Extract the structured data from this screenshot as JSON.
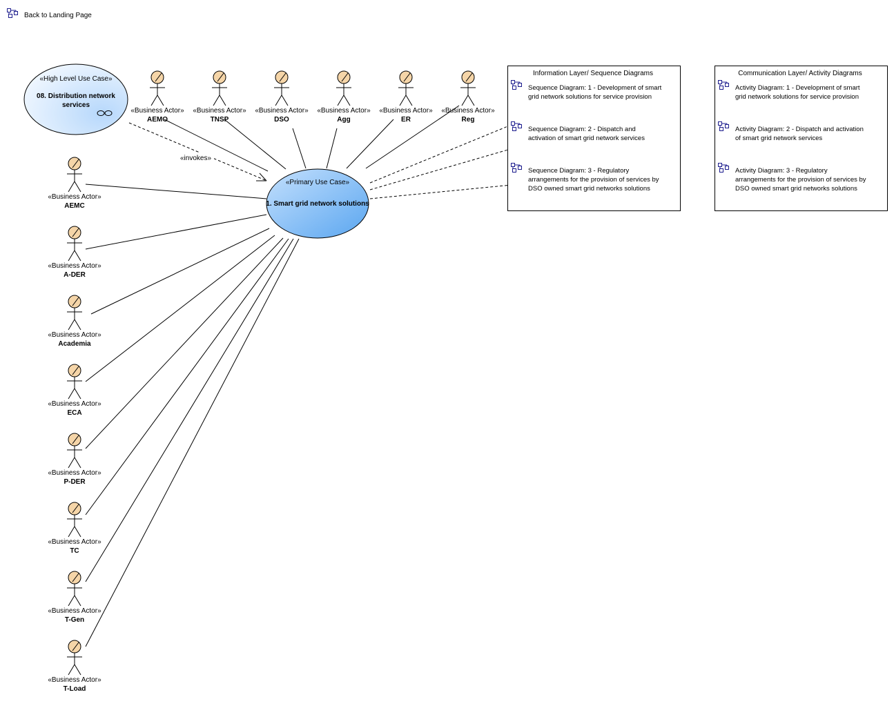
{
  "nav": {
    "back_label": "Back to Landing Page"
  },
  "high_level_use_case": {
    "stereotype": "«High Level Use Case»",
    "name_line1": "08. Distribution network",
    "name_line2": "services"
  },
  "primary_use_case": {
    "stereotype": "«Primary Use Case»",
    "name": "1. Smart grid network solutions"
  },
  "invokes_label": "«invokes»",
  "actor_stereotype": "«Business Actor»",
  "top_actors": [
    "AEMO",
    "TNSP",
    "DSO",
    "Agg",
    "ER",
    "Reg"
  ],
  "left_actors": [
    "AEMC",
    "A-DER",
    "Academia",
    "ECA",
    "P-DER",
    "TC",
    "T-Gen",
    "T-Load"
  ],
  "info_layer": {
    "title": "Information Layer/ Sequence Diagrams",
    "items": [
      {
        "lines": [
          "Sequence Diagram: 1 - Development of smart",
          "grid network solutions for service provision"
        ]
      },
      {
        "lines": [
          "Sequence Diagram: 2 - Dispatch and",
          "activation of smart grid network services"
        ]
      },
      {
        "lines": [
          "Sequence Diagram: 3 -  Regulatory",
          "arrangements for the provision of services by",
          "DSO owned smart grid networks solutions"
        ]
      }
    ]
  },
  "comm_layer": {
    "title": "Communication Layer/ Activity Diagrams",
    "items": [
      {
        "lines": [
          "Activity Diagram: 1 - Development of smart",
          "grid network solutions for service provision"
        ]
      },
      {
        "lines": [
          "Activity Diagram: 2 - Dispatch and activation",
          "of smart grid network services"
        ]
      },
      {
        "lines": [
          "Activity Diagram: 3 -  Regulatory",
          "arrangements for the provision of services by",
          "DSO owned smart grid networks solutions"
        ]
      }
    ]
  },
  "colors": {
    "actor_head": "#f5d5a8",
    "use_case_light": "#dceeff",
    "use_case_primary": "#7ab8f5",
    "line": "#000000"
  }
}
